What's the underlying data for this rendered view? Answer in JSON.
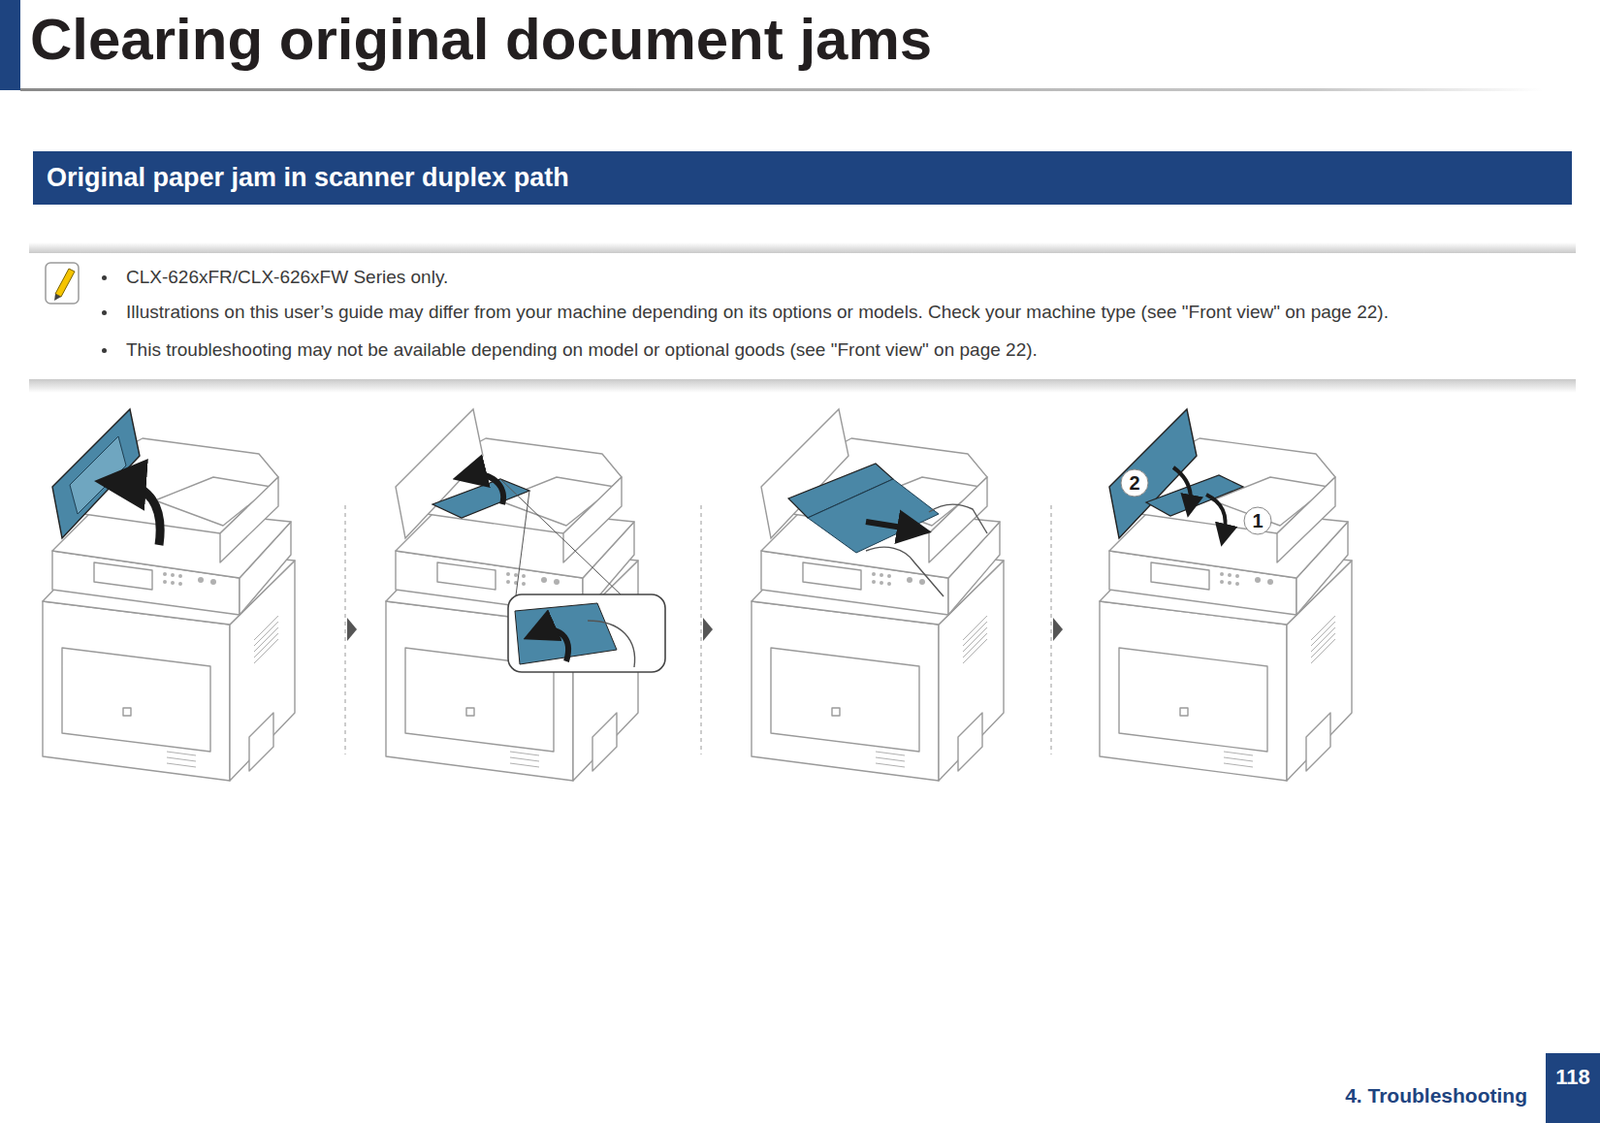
{
  "diagram": {
    "title": "Clearing original document jams",
    "nodes": [
      {
        "text": [
          "Original paper jam in scanner duplex path"
        ]
      },
      {
        "text": [
          "118"
        ]
      }
    ],
    "labels": [
      "CLX-626xFR/CLX-626xFW Series only.",
      "Illustrations on this user’s guide may differ from your machine depending on its options or models. Check your machine type (see \"Front view\" on page 22).",
      "This troubleshooting may not be available depending on model or optional goods (see \"Front view\" on page 22).",
      "2",
      "1",
      "4. Troubleshooting"
    ]
  }
}
